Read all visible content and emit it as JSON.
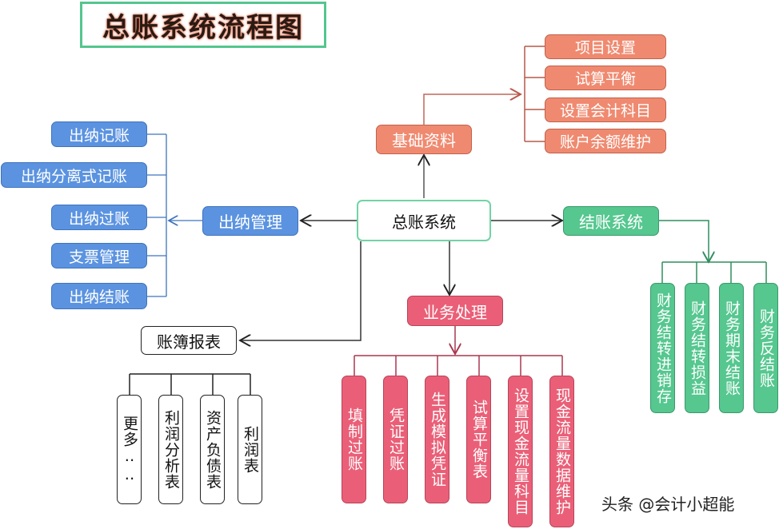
{
  "title": "总账系统流程图",
  "center": "总账系统",
  "watermark": "头条 @会计小超能",
  "colors": {
    "basic": "#ef8a70",
    "cashier": "#5b93e0",
    "closing": "#55c78f",
    "business": "#ea5f77",
    "center_border": "#72d3a6"
  },
  "branches": {
    "basic": {
      "label": "基础资料",
      "items": [
        "项目设置",
        "试算平衡",
        "设置会计科目",
        "账户余额维护"
      ]
    },
    "cashier": {
      "label": "出纳管理",
      "items": [
        "出纳记账",
        "出纳分离式记账",
        "出纳过账",
        "支票管理",
        "出纳结账"
      ]
    },
    "closing": {
      "label": "结账系统",
      "items": [
        "财务结转进销存",
        "财务结转损益",
        "财务期末结账",
        "财务反结账"
      ]
    },
    "business": {
      "label": "业务处理",
      "items": [
        "填制过账",
        "凭证过账",
        "生成模拟凭证",
        "试算平衡表",
        "设置现金流量科目",
        "现金流量数据维护"
      ]
    },
    "reports": {
      "label": "账簿报表",
      "items": [
        "更多‥‥",
        "利润分析表",
        "资产负债表",
        "利润表"
      ]
    }
  }
}
